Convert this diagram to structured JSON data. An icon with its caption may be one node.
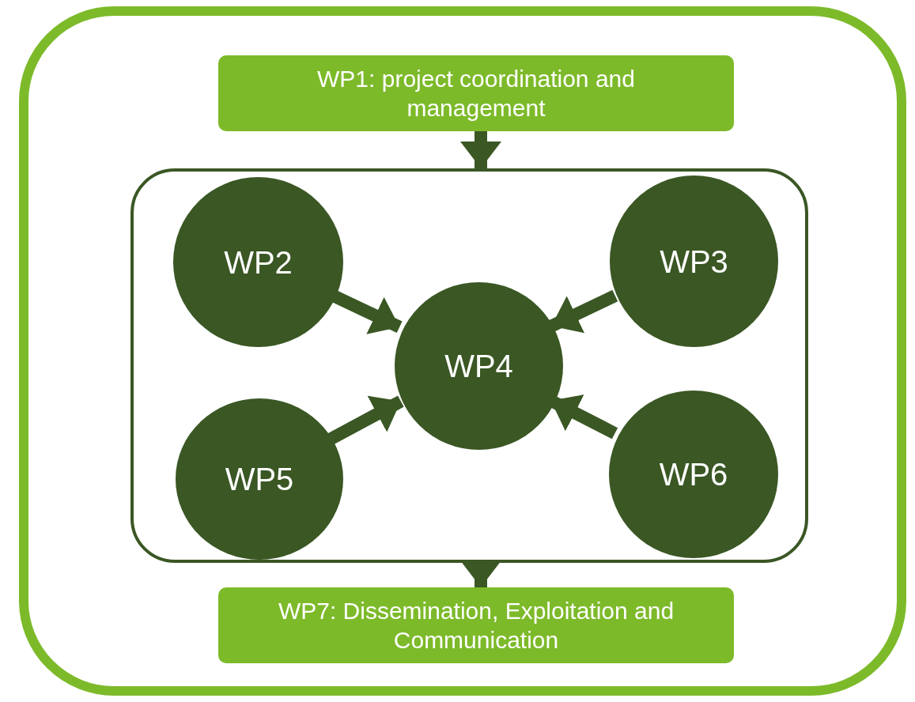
{
  "diagram": {
    "nodes": [
      {
        "text": [
          "WP1: project coordination and management"
        ]
      },
      {
        "text": [],
        "shape": "box"
      },
      {
        "text": [
          "WP2"
        ],
        "in": 1
      },
      {
        "text": [
          "WP3"
        ],
        "in": 1
      },
      {
        "text": [
          "WP4"
        ],
        "in": 1
      },
      {
        "text": [
          "WP5"
        ],
        "in": 1
      },
      {
        "text": [
          "WP6"
        ],
        "in": 1
      },
      {
        "text": [
          "WP7: Dissemination, Exploitation and Communication"
        ]
      }
    ],
    "edges": [
      {
        "from": 0,
        "to": 1,
        "arrow": "to"
      },
      {
        "from": 2,
        "to": 4,
        "arrow": "to"
      },
      {
        "from": 3,
        "to": 4,
        "arrow": "to"
      },
      {
        "from": 5,
        "to": 4,
        "arrow": "to"
      },
      {
        "from": 6,
        "to": 4,
        "arrow": "to"
      },
      {
        "from": 1,
        "to": 7,
        "arrow": "to"
      }
    ]
  }
}
